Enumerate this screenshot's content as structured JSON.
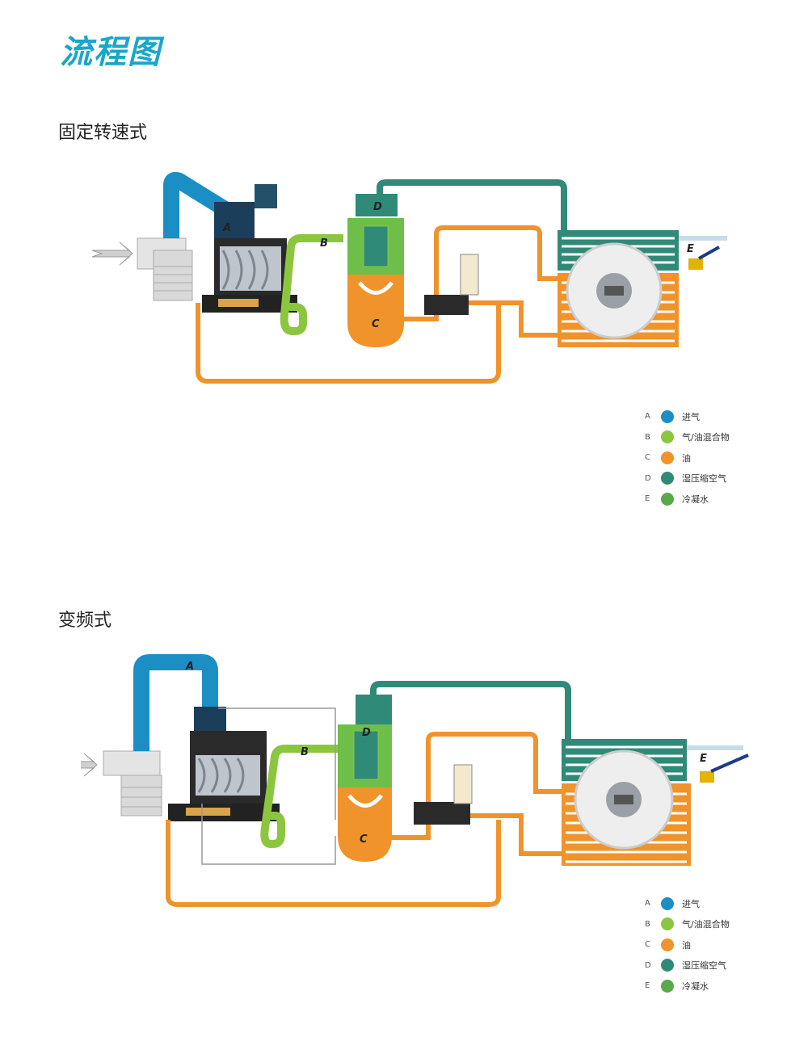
{
  "page_title": "流程图",
  "sections": [
    {
      "title": "固定转速式"
    },
    {
      "title": "变频式"
    }
  ],
  "diagram_labels": {
    "a": "A",
    "b": "B",
    "c": "C",
    "d": "D",
    "e": "E"
  },
  "legend": [
    {
      "letter": "A",
      "label": "进气",
      "color": "#1b8fc4"
    },
    {
      "letter": "B",
      "label": "气/油混合物",
      "color": "#8cc63f"
    },
    {
      "letter": "C",
      "label": "油",
      "color": "#f0932b"
    },
    {
      "letter": "D",
      "label": "湿压缩空气",
      "color": "#2f8a78"
    },
    {
      "letter": "E",
      "label": "冷凝水",
      "color": "#5aa84a"
    }
  ]
}
